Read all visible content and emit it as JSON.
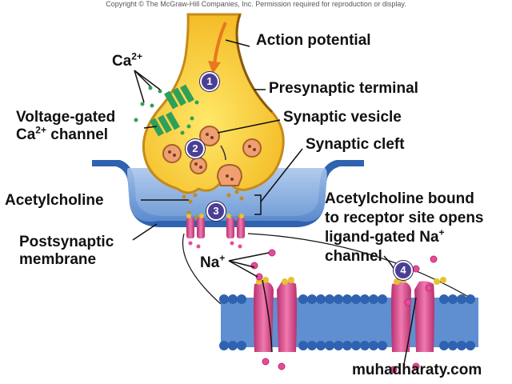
{
  "copyright": "Copyright © The McGraw-Hill Companies, Inc. Permission required for reproduction or display.",
  "labels": {
    "action_potential": "Action potential",
    "presynaptic_terminal": "Presynaptic terminal",
    "synaptic_vesicle": "Synaptic vesicle",
    "synaptic_cleft": "Synaptic cleft",
    "ca_base": "Ca",
    "ca_sup": "2+",
    "vg_line1": "Voltage-gated",
    "vg_line2_base": "Ca",
    "vg_line2_sup": "2+",
    "vg_line2_rest": " channel",
    "acetylcholine": "Acetylcholine",
    "postsynaptic_line1": "Postsynaptic",
    "postsynaptic_line2": "membrane",
    "na_base": "Na",
    "na_sup": "+",
    "ach_bound_line1": "Acetylcholine bound",
    "ach_bound_line2": "to receptor site opens",
    "ach_bound_line3_base": "ligand-gated Na",
    "ach_bound_line3_sup": "+",
    "ach_bound_line4": "channel"
  },
  "steps": [
    "1",
    "2",
    "3",
    "4"
  ],
  "watermark": "muhadharaty.com",
  "colors": {
    "terminal_fill": "#f7d02a",
    "terminal_stroke": "#c58a1a",
    "arrow": "#e8781e",
    "cleft_fill": "#7aa6dc",
    "membrane": "#2f62b0",
    "receptor": "#d94b8c",
    "channel_green": "#2fa05a",
    "step_badge": "#4a3f95",
    "na_ion": "#e84a9a"
  }
}
